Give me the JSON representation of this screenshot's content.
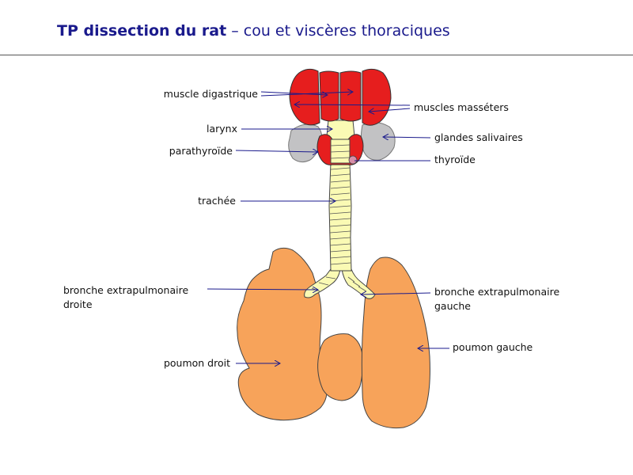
{
  "title": {
    "main": "TP dissection du rat",
    "sep": " – ",
    "sub": "cou et viscères thoraciques"
  },
  "labels": {
    "digastrique": "muscle digastrique",
    "masseters": "muscles masséters",
    "larynx": "larynx",
    "glandes": "glandes salivaires",
    "parathyroide": "parathyroïde",
    "thyroide": "thyroïde",
    "trachee": "trachée",
    "bronche_droite_1": "bronche extrapulmonaire",
    "bronche_droite_2": "droite",
    "bronche_gauche_1": "bronche extrapulmonaire",
    "bronche_gauche_2": "gauche",
    "poumon_gauche": "poumon gauche",
    "poumon_droit": "poumon droit"
  },
  "colors": {
    "muscle": "#e61e1e",
    "gland": "#c2c2c4",
    "trachea": "#fafab4",
    "lung": "#f7a35a",
    "line": "#1a1a8c"
  }
}
